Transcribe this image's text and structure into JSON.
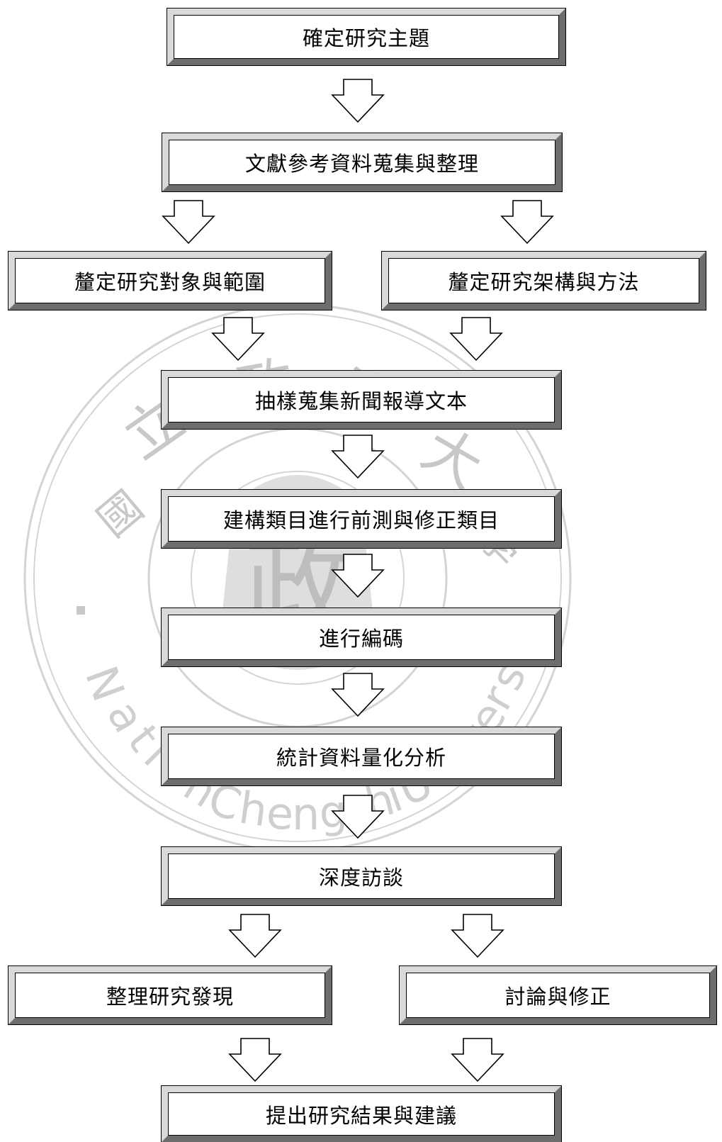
{
  "colors": {
    "box_fill": "#ffffff",
    "bevel_light": "#d9d9d9",
    "bevel_dark": "#6d6d6d",
    "watermark": "#d4d4d4",
    "text": "#000000"
  },
  "watermark": {
    "chinese_chars": [
      "國",
      "立",
      "政",
      "治",
      "大",
      "學"
    ],
    "english_text": "National Chengchi University",
    "emblem_char": "政"
  },
  "steps": {
    "s1": "確定研究主題",
    "s2": "文獻參考資料蒐集與整理",
    "s3a": "釐定研究對象與範圍",
    "s3b": "釐定研究架構與方法",
    "s4": "抽樣蒐集新聞報導文本",
    "s5": "建構類目進行前測與修正類目",
    "s6": "進行編碼",
    "s7": "統計資料量化分析",
    "s8": "深度訪談",
    "s9a": "整理研究發現",
    "s9b": "討論與修正",
    "s10": "提出研究結果與建議"
  }
}
